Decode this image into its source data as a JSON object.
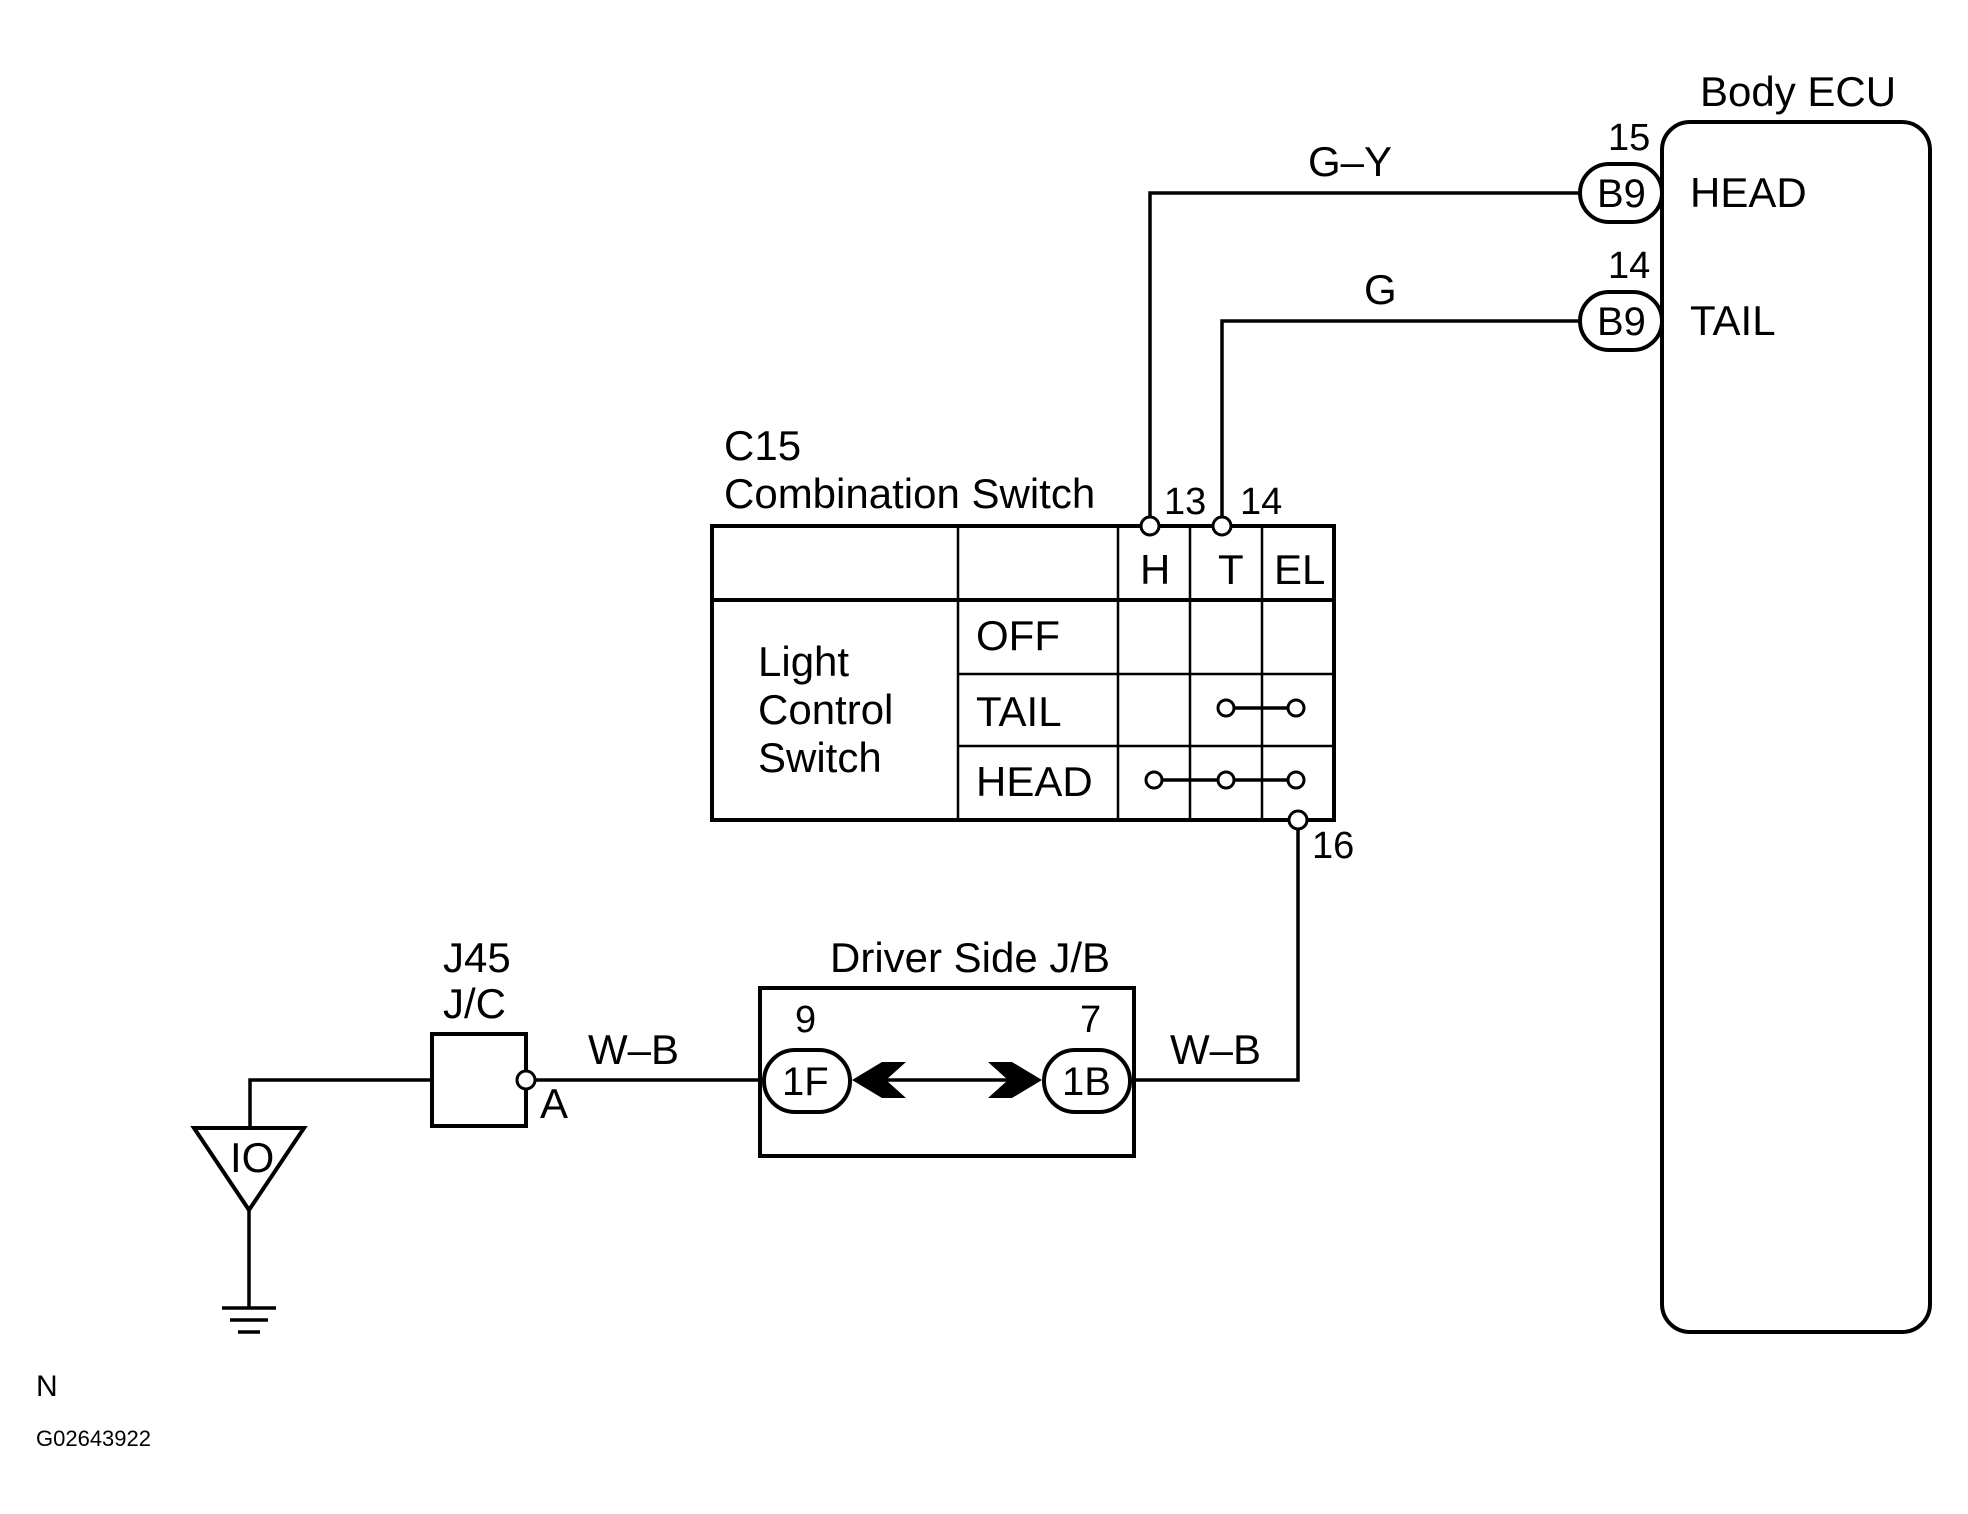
{
  "body_ecu": {
    "title": "Body ECU",
    "head_pin": "15",
    "head_connector": "B9",
    "head_label": "HEAD",
    "tail_pin": "14",
    "tail_connector": "B9",
    "tail_label": "TAIL"
  },
  "wires": {
    "head_wire": "G–Y",
    "tail_wire": "G",
    "jb_to_switch": "W–B",
    "jc_to_jb": "W–B"
  },
  "combination_switch": {
    "code": "C15",
    "name": "Combination Switch",
    "pin_h": "13",
    "pin_t": "14",
    "pin_el": "16",
    "col_h": "H",
    "col_t": "T",
    "col_el": "EL",
    "row_group_line1": "Light",
    "row_group_line2": "Control",
    "row_group_line3": "Switch",
    "row_off": "OFF",
    "row_tail": "TAIL",
    "row_head": "HEAD"
  },
  "junction_block": {
    "title": "Driver Side J/B",
    "left_pin": "9",
    "left_connector": "1F",
    "right_pin": "7",
    "right_connector": "1B"
  },
  "junction_connector": {
    "code": "J45",
    "type": "J/C",
    "terminal": "A"
  },
  "ground": {
    "label": "IO"
  },
  "footer": {
    "region": "N",
    "figure_id": "G02643922"
  }
}
